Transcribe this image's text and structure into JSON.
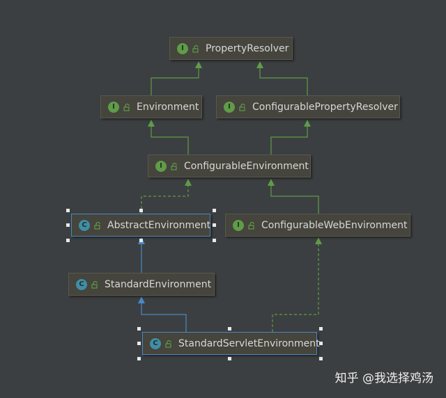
{
  "nodes": {
    "property_resolver": {
      "label": "PropertyResolver",
      "kind": "I"
    },
    "environment": {
      "label": "Environment",
      "kind": "I"
    },
    "configurable_property_resolver": {
      "label": "ConfigurablePropertyResolver",
      "kind": "I"
    },
    "configurable_environment": {
      "label": "ConfigurableEnvironment",
      "kind": "I"
    },
    "abstract_environment": {
      "label": "AbstractEnvironment",
      "kind": "C"
    },
    "configurable_web_environment": {
      "label": "ConfigurableWebEnvironment",
      "kind": "I"
    },
    "standard_environment": {
      "label": "StandardEnvironment",
      "kind": "C"
    },
    "standard_servlet_environment": {
      "label": "StandardServletEnvironment",
      "kind": "C"
    }
  },
  "colors": {
    "background": "#3c3f41",
    "extends_interface": "#5f9c47",
    "extends_class": "#4a88c7",
    "implements": "#5f9c47"
  },
  "watermark": "知乎 @我选择鸡汤"
}
